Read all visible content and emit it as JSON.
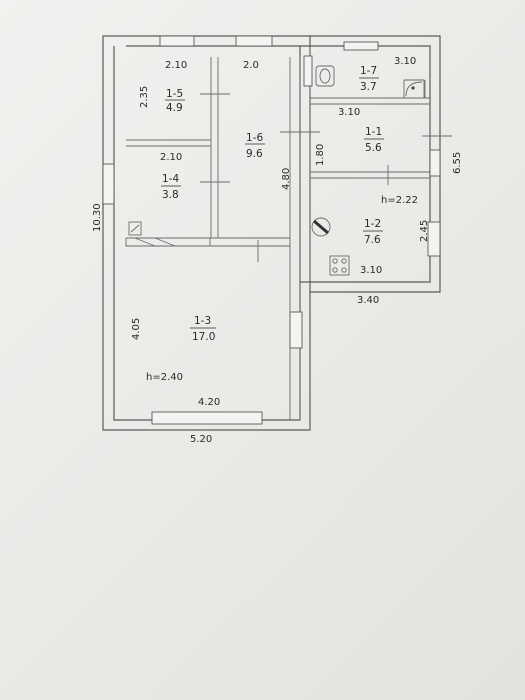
{
  "plan": {
    "outer": {
      "height_left": "10.30",
      "width_bottom": "5.20",
      "width_extension": "3.40",
      "height_right": "6.55"
    },
    "rooms": [
      {
        "id": "1-5",
        "area": "4.9"
      },
      {
        "id": "1-6",
        "area": "9.6"
      },
      {
        "id": "1-4",
        "area": "3.8"
      },
      {
        "id": "1-3",
        "area": "17.0"
      },
      {
        "id": "1-7",
        "area": "3.7"
      },
      {
        "id": "1-1",
        "area": "5.6"
      },
      {
        "id": "1-2",
        "area": "7.6"
      }
    ],
    "dimensions": {
      "r15_width": "2.10",
      "r15_height": "2.35",
      "r16_width": "2.0",
      "r16_height": "4.80",
      "r14_width": "2.10",
      "r13_height": "4.05",
      "r13_width": "4.20",
      "r17_width": "3.10",
      "r11_width": "3.10",
      "r11_height": "1.80",
      "r12_height": "2.45",
      "r12_width": "3.10"
    },
    "heights": {
      "main": "h=2.40",
      "annex": "h=2.22"
    }
  }
}
